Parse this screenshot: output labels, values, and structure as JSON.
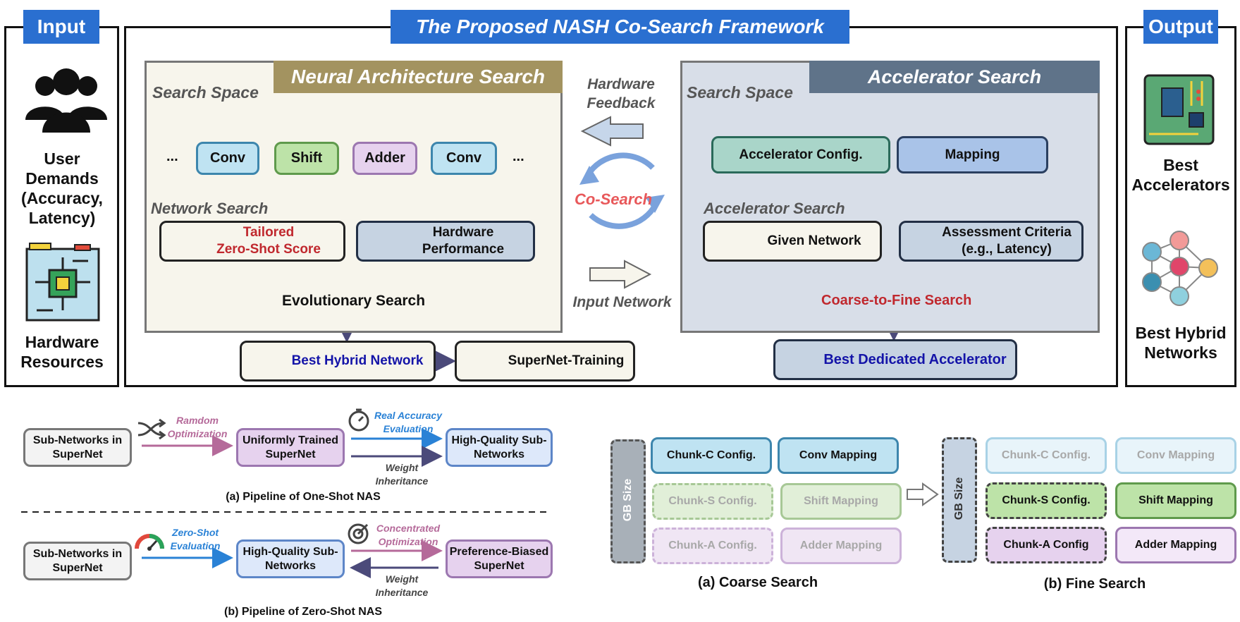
{
  "input": {
    "title": "Input",
    "user_demands": "User Demands (Accuracy, Latency)",
    "hardware": "Hardware Resources"
  },
  "output": {
    "title": "Output",
    "best_accel": "Best Accelerators",
    "best_nets": "Best Hybrid Networks"
  },
  "framework_title": "The Proposed NASH Co-Search Framework",
  "nas": {
    "title": "Neural Architecture Search",
    "search_space": "Search Space",
    "ops": [
      "Conv",
      "Shift",
      "Adder",
      "Conv"
    ],
    "ellipsis": "...",
    "network_search": "Network Search",
    "zero_shot_line1": "Tailored",
    "zero_shot_line2": "Zero-Shot Score",
    "hw_perf": "Hardware Performance",
    "evolutionary": "Evolutionary Search",
    "best_hybrid": "Best Hybrid Network",
    "supernet": "SuperNet-Training"
  },
  "middle": {
    "hw_feedback": "Hardware Feedback",
    "co_search": "Co-Search",
    "input_network": "Input Network"
  },
  "acc": {
    "title": "Accelerator Search",
    "search_space": "Search Space",
    "config": "Accelerator Config.",
    "mapping": "Mapping",
    "accel_search": "Accelerator Search",
    "given_net": "Given Network",
    "criteria": "Assessment Criteria (e.g., Latency)",
    "c2f": "Coarse-to-Fine Search",
    "best_dedicated": "Best Dedicated Accelerator"
  },
  "one_shot": {
    "subnets": "Sub-Networks in SuperNet",
    "random_opt": "Ramdom Optimization",
    "uniform": "Uniformly Trained SuperNet",
    "real_acc": "Real Accuracy Evaluation",
    "weight_inh": "Weight Inheritance",
    "hq": "High-Quality Sub-Networks",
    "caption": "(a) Pipeline of One-Shot NAS"
  },
  "zero_shot": {
    "subnets": "Sub-Networks in SuperNet",
    "zs_eval": "Zero-Shot Evaluation",
    "hq": "High-Quality Sub-Networks",
    "conc_opt": "Concentrated Optimization",
    "weight_inh": "Weight Inheritance",
    "pref": "Preference-Biased SuperNet",
    "caption": "(b) Pipeline of Zero-Shot NAS"
  },
  "coarse": {
    "gb": "GB Size",
    "items": [
      "Chunk-C Config.",
      "Conv Mapping",
      "Chunk-S Config.",
      "Shift Mapping",
      "Chunk-A Config.",
      "Adder Mapping"
    ],
    "caption": "(a) Coarse Search"
  },
  "fine": {
    "gb": "GB Size",
    "items": [
      "Chunk-C Config.",
      "Conv Mapping",
      "Chunk-S Config.",
      "Shift Mapping",
      "Chunk-A Config",
      "Adder Mapping"
    ],
    "caption": "(b) Fine Search"
  },
  "colors": {
    "accent": "#2a6fd0",
    "nas_title_bg": "#a39360",
    "acc_title_bg": "#5f7389",
    "red": "#c0282e",
    "navy": "#1414a8"
  }
}
